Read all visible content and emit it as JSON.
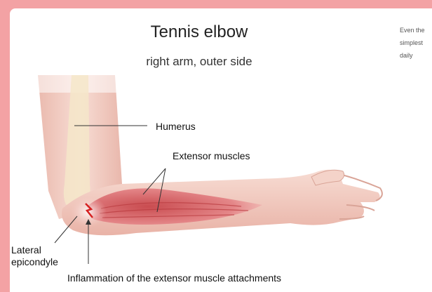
{
  "diagram": {
    "title": "Tennis elbow",
    "subtitle": "right arm, outer side",
    "labels": {
      "humerus": "Humerus",
      "extensor_muscles": "Extensor muscles",
      "lateral_epicondyle_line1": "Lateral",
      "lateral_epicondyle_line2": "epicondyle",
      "inflammation": "Inflammation of the extensor muscle attachments"
    }
  },
  "side_panel": {
    "text": "Even the\nsimplest\ndaily"
  },
  "colors": {
    "frame": "#f3a2a4",
    "skin": "#f3d2c8",
    "muscle": "#d9686b",
    "bone": "#f5e6c9"
  }
}
